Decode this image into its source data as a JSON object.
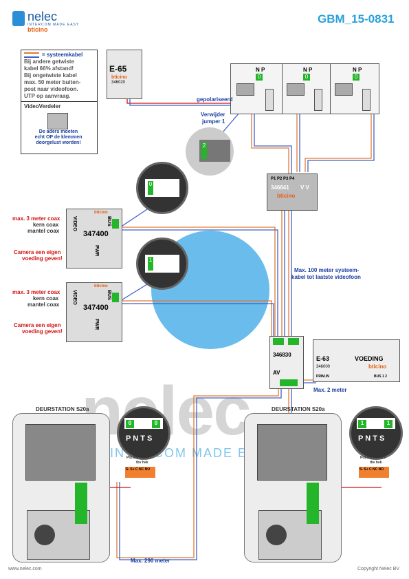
{
  "header": {
    "logo_name": "nelec",
    "logo_tagline": "INTERCOM MADE EASY",
    "logo_brand": "bticino",
    "doc_code": "GBM_15-0831"
  },
  "legend": {
    "title": "= systeemkabel",
    "lines": [
      "Bij andere getwiste",
      "kabel 66% afstand!",
      "Bij ongetwiste kabel",
      "max. 50 meter buiten-",
      "post naar videofoon.",
      "UTP op aanvraag."
    ],
    "vd_title": "VideoVerdeler",
    "vd_note_lines": [
      "De aders moeten",
      "echt OP de klemmen",
      "doorgelust worden!"
    ]
  },
  "modules": {
    "e65_label": "E-65",
    "e65_code": "346020",
    "distributor_code": "346841",
    "distributor_ports": "P1 P2 P3 P4",
    "distributor_vv": "V V",
    "interface_code": "347400",
    "av_code": "346830",
    "av_label": "AV",
    "e63_label": "E-63",
    "e63_title": "VOEDING",
    "e63_code": "346000",
    "e63_left_term": "PRIM.IN",
    "e63_right_term": "BUS 1 2",
    "brand": "bticino",
    "terminal_N": "N",
    "terminal_P": "P",
    "video_label": "VIDEO",
    "bus_label": "BUS",
    "pwr_label": "PWR"
  },
  "annotations": {
    "polarized": "gepolariseerd",
    "remove_jumper_1": "Verwijder",
    "remove_jumper_2": "jumper 1",
    "cable_100_1": "Max. 100 meter systeem-",
    "cable_100_2": "kabel tot laatste videofoon",
    "cable_2m": "Max. 2 meter",
    "cable_290m": "Max. 290 meter",
    "coax_max": "max. 3 meter coax",
    "coax_core": "kern coax",
    "coax_shield": "mantel coax",
    "cam_power_1": "Camera een eigen",
    "cam_power_2": "voeding geven!",
    "door_station": "DEURSTATION S20a",
    "pot_free_1": "Pot.vrij contact",
    "pot_free_2": "tbv hek",
    "relay_terms": "S- S+ C NC NO",
    "pnts": "P N T S",
    "pnts_vals_left": "0 0",
    "pnts_vals_right": "1 1",
    "dip_zero": "0",
    "dip_one": "1",
    "dip_two": "2"
  },
  "watermark": {
    "text": "nelec",
    "sub": "INTERCOM MADE EASY"
  },
  "footer": {
    "left": "www.nelec.com",
    "right": "Copyright Nelec BV"
  },
  "colors": {
    "cable_orange": "#e07a30",
    "cable_blue": "#4060c8",
    "cable_red": "#d01010",
    "accent_blue": "#2aa0dc",
    "green": "#25b52a"
  }
}
